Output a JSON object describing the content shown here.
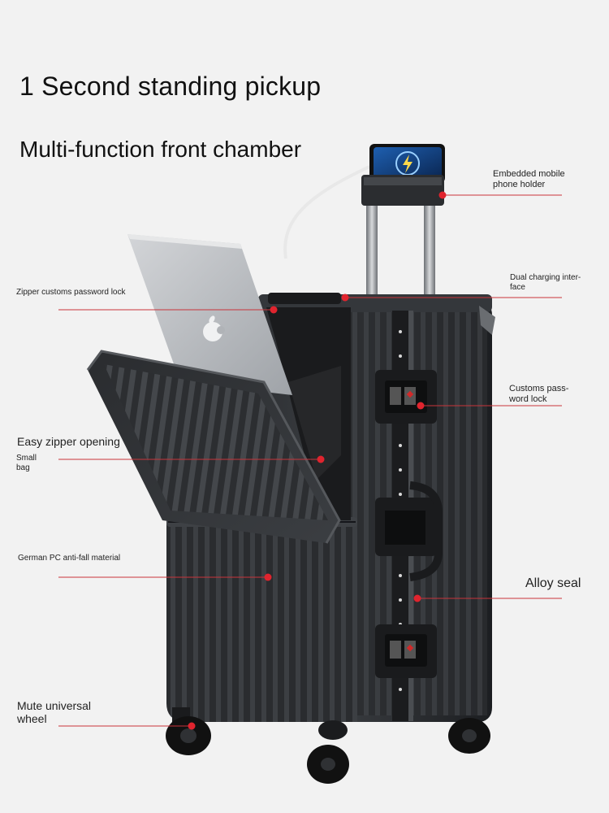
{
  "headlines": {
    "line1": "1 Second standing pickup",
    "line2": "Multi-function front chamber"
  },
  "callouts": {
    "phone_holder": "Embedded mobile phone holder",
    "dual_charging": "Dual charging inter-face",
    "zipper_lock": "Zipper customs password lock",
    "customs_lock": "Customs pass-word lock",
    "easy_zipper": "Easy zipper opening",
    "small_bag": "Small bag",
    "german_pc": "German PC anti-fall material",
    "alloy_seal": "Alloy seal",
    "mute_wheel": "Mute universal wheel"
  },
  "colors": {
    "background": "#f2f2f2",
    "marker": "#e0242e",
    "shell": "#2b2d30",
    "laptop": "#b9bcc0"
  },
  "icons": {
    "laptop_logo": "apple-logo-icon",
    "charging": "lightning-icon"
  }
}
